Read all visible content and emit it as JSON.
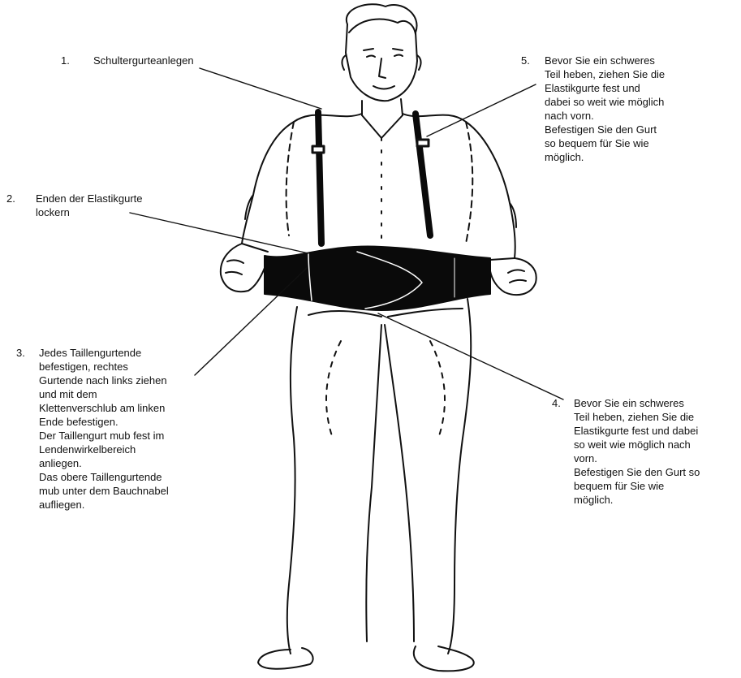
{
  "callouts": [
    {
      "number": "1.",
      "lines": [
        "Schultergurteanlegen"
      ]
    },
    {
      "number": "2.",
      "lines": [
        "Enden der Elastikgurte",
        "lockern"
      ]
    },
    {
      "number": "3.",
      "lines": [
        "Jedes Taillengurtende",
        "befestigen, rechtes",
        "Gurtende nach links ziehen",
        "und mit dem",
        "Klettenverschlub am linken",
        "Ende befestigen.",
        "Der Taillengurt mub fest im",
        "Lendenwirkelbereich",
        "anliegen.",
        "Das obere Taillengurtende",
        "mub unter dem Bauchnabel",
        "aufliegen."
      ]
    },
    {
      "number": "4.",
      "lines": [
        "Bevor Sie ein schweres",
        "Teil heben, ziehen Sie die",
        "Elastikgurte fest und dabei",
        "so weit wie möglich nach",
        "vorn.",
        "Befestigen Sie den Gurt so",
        "bequem für Sie wie",
        "möglich."
      ]
    },
    {
      "number": "5.",
      "lines": [
        "Bevor Sie ein schweres",
        "Teil heben, ziehen Sie die",
        "Elastikgurte fest und",
        "dabei so weit wie möglich",
        "nach vorn.",
        "Befestigen Sie den Gurt",
        "so bequem für Sie wie",
        "möglich."
      ]
    }
  ],
  "colors": {
    "ink": "#111111",
    "belt": "#0a0a0a",
    "paper": "#ffffff"
  }
}
